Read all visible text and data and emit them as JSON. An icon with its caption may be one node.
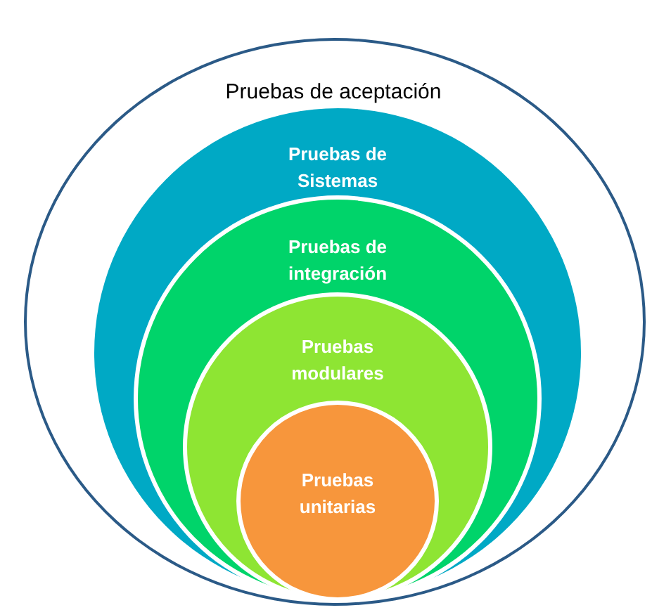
{
  "diagram": {
    "nodes": [
      {
        "text": [
          "Pruebas de aceptación"
        ]
      },
      {
        "text": [
          "Pruebas de Sistemas"
        ],
        "in": 0
      },
      {
        "text": [
          "Pruebas de integración"
        ],
        "in": 1
      },
      {
        "text": [
          "Pruebas modulares"
        ],
        "in": 2
      },
      {
        "text": [
          "Pruebas unitarias"
        ],
        "in": 3
      }
    ]
  }
}
